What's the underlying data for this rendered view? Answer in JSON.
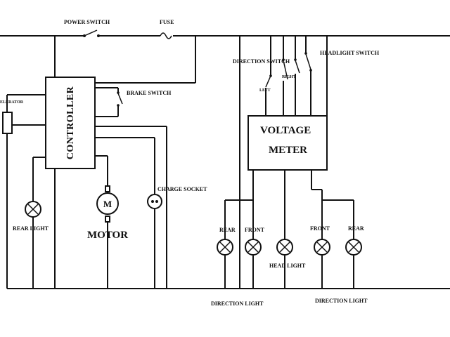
{
  "labels": {
    "power_switch": "POWER SWITCH",
    "fuse": "FUSE",
    "brake_switch": "BRAKE SWITCH",
    "accelerator": "ELERATOR",
    "controller": "CONTROLLER",
    "rear_light": "REAR LIGHT",
    "motor_symbol": "M",
    "motor": "MOTOR",
    "charge_socket": "CHARGE SOCKET",
    "direction_switch": "DIRECTION SWITCH",
    "right": "RIGHT",
    "left": "LEFT",
    "headlight_switch": "HEADLIGHT SWITCH",
    "voltage": "VOLTAGE",
    "meter": "METER",
    "rear_left": "REAR",
    "front_left": "FRONT",
    "front_right": "FRONT",
    "rear_right": "REAR",
    "head_light": "HEAD LIGHT",
    "direction_light_left": "DIRECTION LIGHT",
    "direction_light_right": "DIRECTION LIGHT"
  }
}
